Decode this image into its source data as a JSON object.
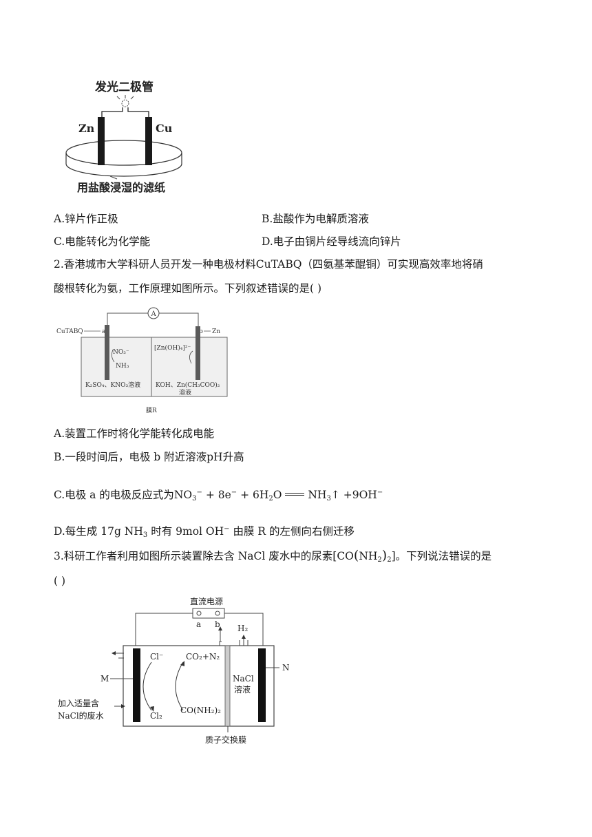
{
  "fig1": {
    "title": "发光二极管",
    "left_label": "Zn",
    "right_label": "Cu",
    "bottom_label": "用盐酸浸湿的滤纸"
  },
  "q1": {
    "options": [
      "A.锌片作正极",
      "B.盐酸作为电解质溶液",
      "C.电能转化为化学能",
      "D.电子由铜片经导线流向锌片"
    ]
  },
  "q2": {
    "stem_line1": "2.香港城市大学科研人员开发一种电极材料CuTABQ（四氨基苯醌铜）可实现高效率地将硝",
    "stem_line2": "酸根转化为氨，工作原理如图所示。下列叙述错误的是(   )",
    "fig": {
      "meter": "A",
      "left_material": "CuTABQ",
      "electrode_a": "a",
      "electrode_b": "b",
      "right_material": "Zn",
      "left_solution": "K₂SO₄、KNO₃溶液",
      "right_solution_1": "KOH、Zn(CH₃COO)₂",
      "right_solution_2": "溶液",
      "membrane": "膜R",
      "species_no3": "NO₃⁻",
      "species_nh3": "NH₃",
      "species_zn": "[Zn(OH)₄]²⁻"
    },
    "option_a": "A.装置工作时将化学能转化成电能",
    "option_b_prefix": "B.一段时间后，电极 b 附近溶液",
    "option_b_ph": "pH",
    "option_b_suffix": "升高",
    "option_c_prefix": "C.电极 a 的电极反应式为",
    "option_d_prefix": "D.每生成 17g",
    "option_d_mid": "时有 9mol",
    "option_d_suffix": "由膜 R 的左侧向右侧迁移"
  },
  "q3": {
    "stem_prefix": "3.科研工作者利用如图所示装置除去含 NaCl 废水中的尿素[",
    "stem_suffix": "]。下列说法错误的是",
    "stem_line2": "(   )",
    "fig": {
      "power": "直流电源",
      "terminal_a": "a",
      "terminal_b": "b",
      "h2": "H₂",
      "label_m": "M",
      "label_n": "N",
      "inlet_1": "加入适量含",
      "inlet_2": "NaCl的废水",
      "cl_minus": "Cl⁻",
      "co2_n2": "CO₂+N₂",
      "cl2": "Cl₂",
      "urea": "CO(NH₂)₂",
      "nacl_1": "NaCl",
      "nacl_2": "溶液",
      "membrane": "质子交换膜"
    }
  }
}
